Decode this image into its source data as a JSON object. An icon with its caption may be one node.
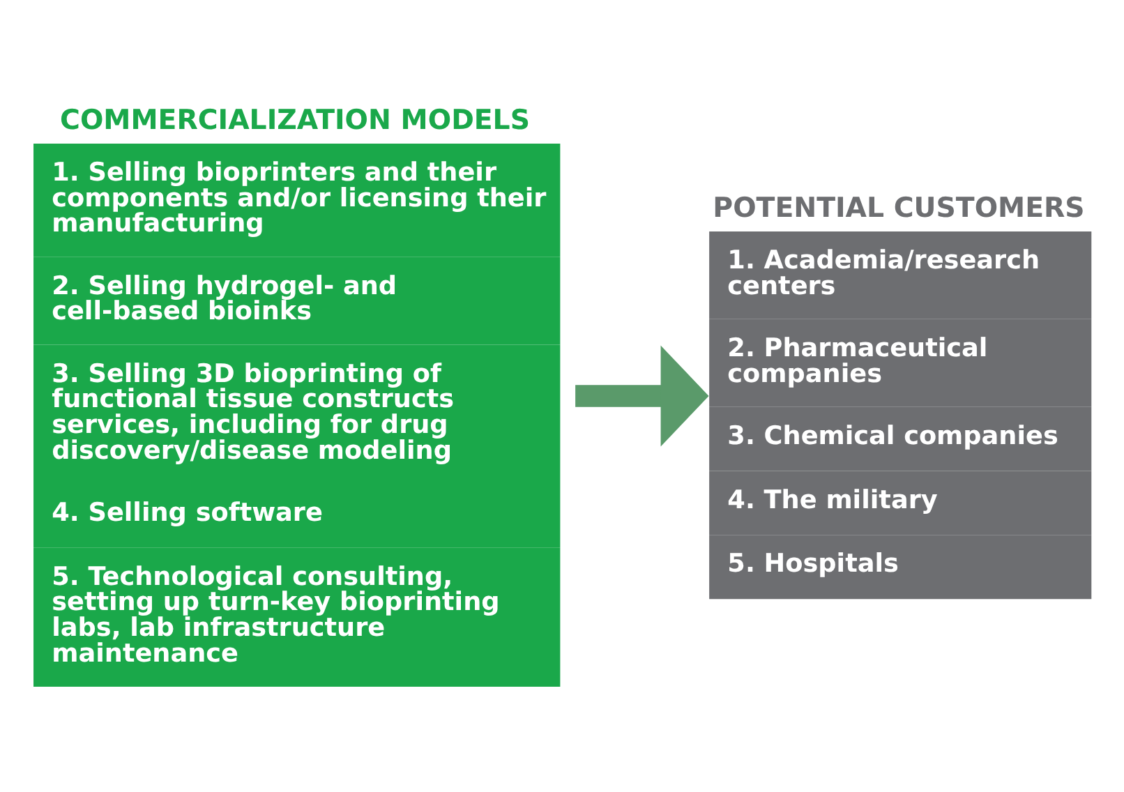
{
  "diagram": {
    "nodes": [
      {
        "text": [
          "COMMERCIALIZATION MODELS",
          "1. Selling bioprinters and their components and/or licensing their manufacturing",
          "2. Selling hydrogel- and cell-based bioinks",
          "3. Selling 3D bioprinting of functional tissue constructs services, including for drug discovery/disease modeling",
          "4. Selling software",
          "5. Technological consulting, setting up turn-key bioprinting labs, lab infrastructure maintenance"
        ]
      },
      {
        "text": [
          "POTENTIAL CUSTOMERS",
          "1. Academia/research centers",
          "2. Pharmaceutical companies",
          "3. Chemical companies",
          "4. The military",
          "5. Hospitals"
        ]
      }
    ],
    "edges": [
      {
        "from": 0,
        "to": 1,
        "arrow": "to"
      }
    ]
  }
}
